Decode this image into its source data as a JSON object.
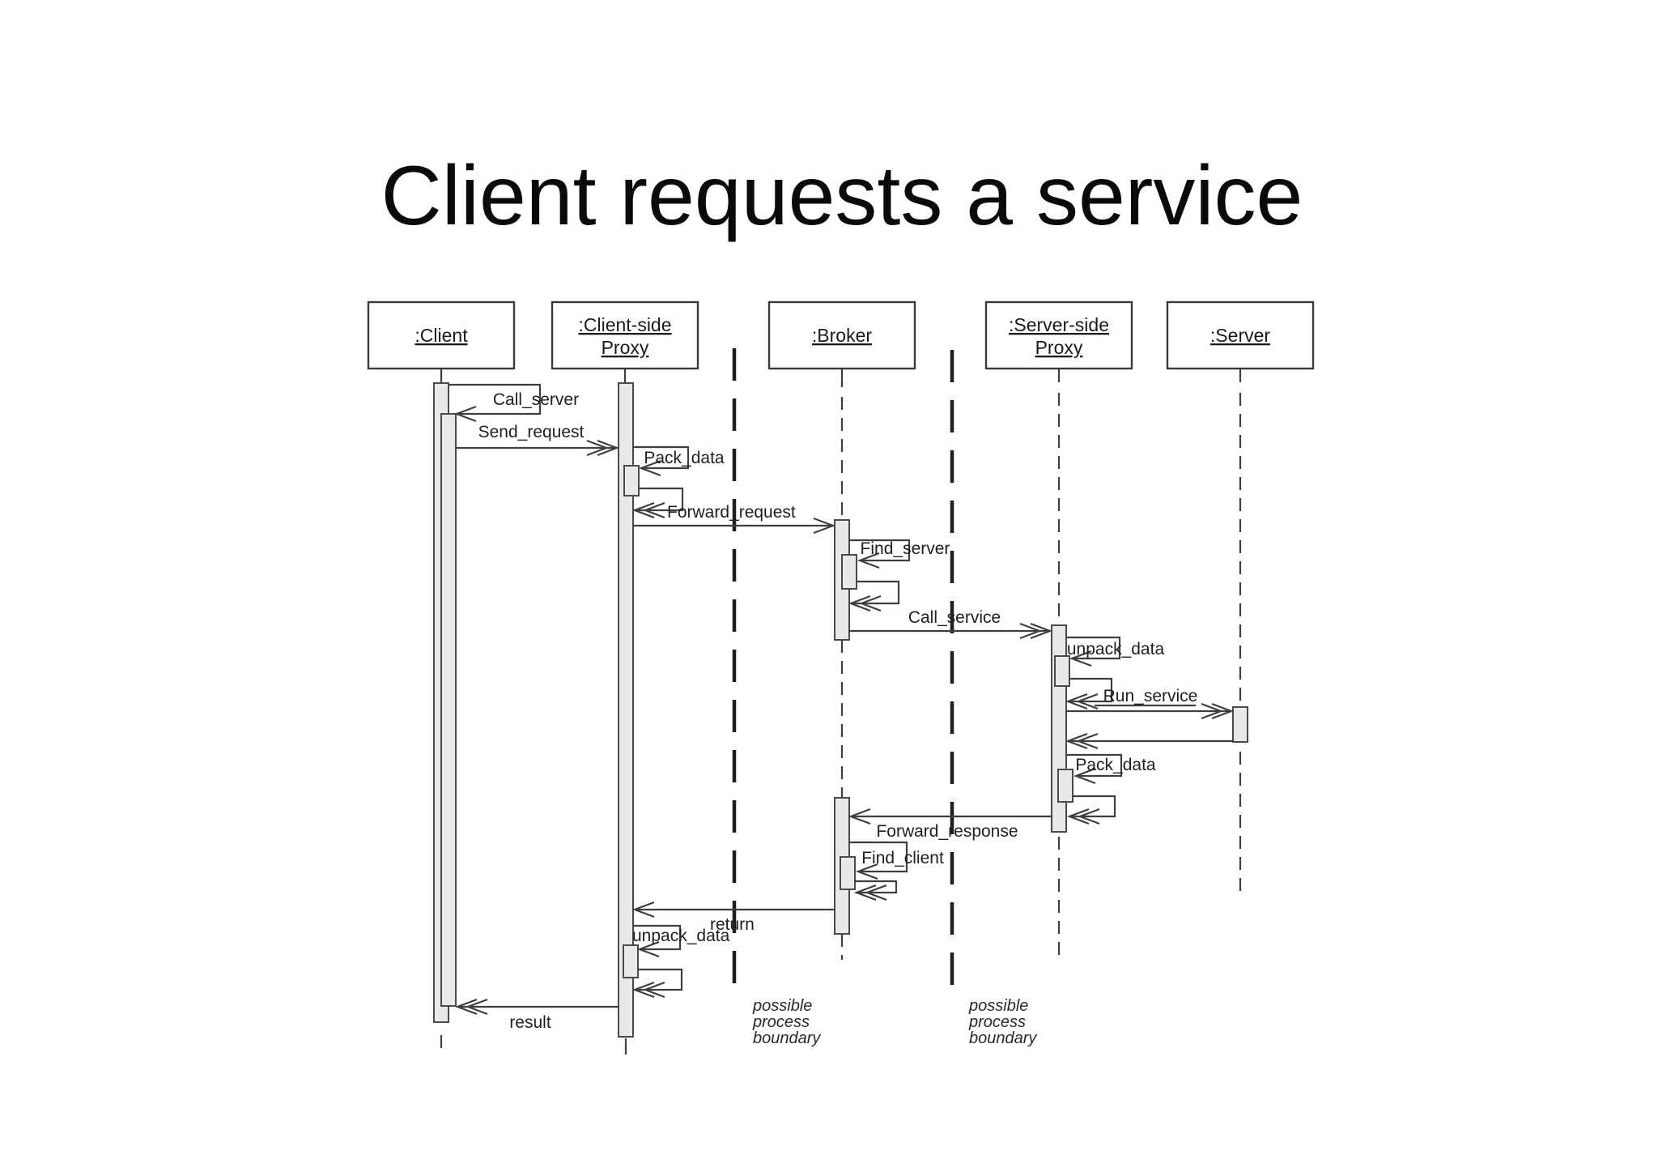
{
  "title": "Client requests a service",
  "colors": {
    "background": "#ffffff",
    "line": "#3f3f3f",
    "activation_fill": "#e9e9e9",
    "text": "#1a1a1a"
  },
  "diagram": {
    "type": "uml-sequence-diagram",
    "participants": [
      {
        "id": "client",
        "label": ":Client",
        "label_lines": [
          ":Client"
        ]
      },
      {
        "id": "client-side-proxy",
        "label": ":Client-side Proxy",
        "label_lines": [
          ":Client-side",
          "Proxy"
        ]
      },
      {
        "id": "broker",
        "label": ":Broker",
        "label_lines": [
          ":Broker"
        ]
      },
      {
        "id": "server-side-proxy",
        "label": ":Server-side Proxy",
        "label_lines": [
          ":Server-side",
          "Proxy"
        ]
      },
      {
        "id": "server",
        "label": ":Server",
        "label_lines": [
          ":Server"
        ]
      }
    ],
    "messages": [
      {
        "label": "Call_server",
        "from": "client",
        "to": "client",
        "kind": "self-call"
      },
      {
        "label": "Send_request",
        "from": "client",
        "to": "client-side-proxy",
        "kind": "call"
      },
      {
        "label": "Pack_data",
        "from": "client-side-proxy",
        "to": "client-side-proxy",
        "kind": "self-call"
      },
      {
        "label": "Forward_request",
        "from": "client-side-proxy",
        "to": "broker",
        "kind": "call"
      },
      {
        "label": "Find_server",
        "from": "broker",
        "to": "broker",
        "kind": "self-call"
      },
      {
        "label": "Call_service",
        "from": "broker",
        "to": "server-side-proxy",
        "kind": "call"
      },
      {
        "label": "unpack_data",
        "from": "server-side-proxy",
        "to": "server-side-proxy",
        "kind": "self-call"
      },
      {
        "label": "Run_service",
        "from": "server-side-proxy",
        "to": "server",
        "kind": "call"
      },
      {
        "label": "Pack_data",
        "from": "server-side-proxy",
        "to": "server-side-proxy",
        "kind": "self-call"
      },
      {
        "label": "Forward_response",
        "from": "server-side-proxy",
        "to": "broker",
        "kind": "call"
      },
      {
        "label": "Find_client",
        "from": "broker",
        "to": "broker",
        "kind": "self-call"
      },
      {
        "label": "return",
        "from": "broker",
        "to": "client-side-proxy",
        "kind": "return"
      },
      {
        "label": "unpack_data",
        "from": "client-side-proxy",
        "to": "client-side-proxy",
        "kind": "self-call"
      },
      {
        "label": "result",
        "from": "client-side-proxy",
        "to": "client",
        "kind": "return"
      }
    ],
    "process_boundaries": [
      {
        "id": "boundary-1",
        "label_lines": [
          "possible",
          "process",
          "boundary"
        ]
      },
      {
        "id": "boundary-2",
        "label_lines": [
          "possible",
          "process",
          "boundary"
        ]
      }
    ]
  }
}
